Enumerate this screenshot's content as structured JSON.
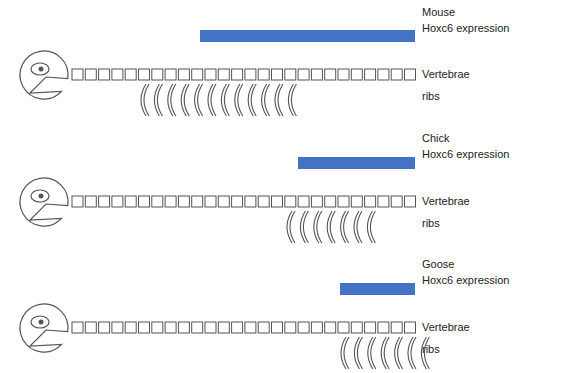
{
  "diagram": {
    "labels": [
      "Mouse",
      "Hoxc6 expression",
      "Vertebrae",
      "ribs",
      "Chick",
      "Hoxc6 expression",
      "Vertebrae",
      "ribs",
      "Goose",
      "Hoxc6 expression",
      "Vertebrae",
      "ribs"
    ]
  }
}
